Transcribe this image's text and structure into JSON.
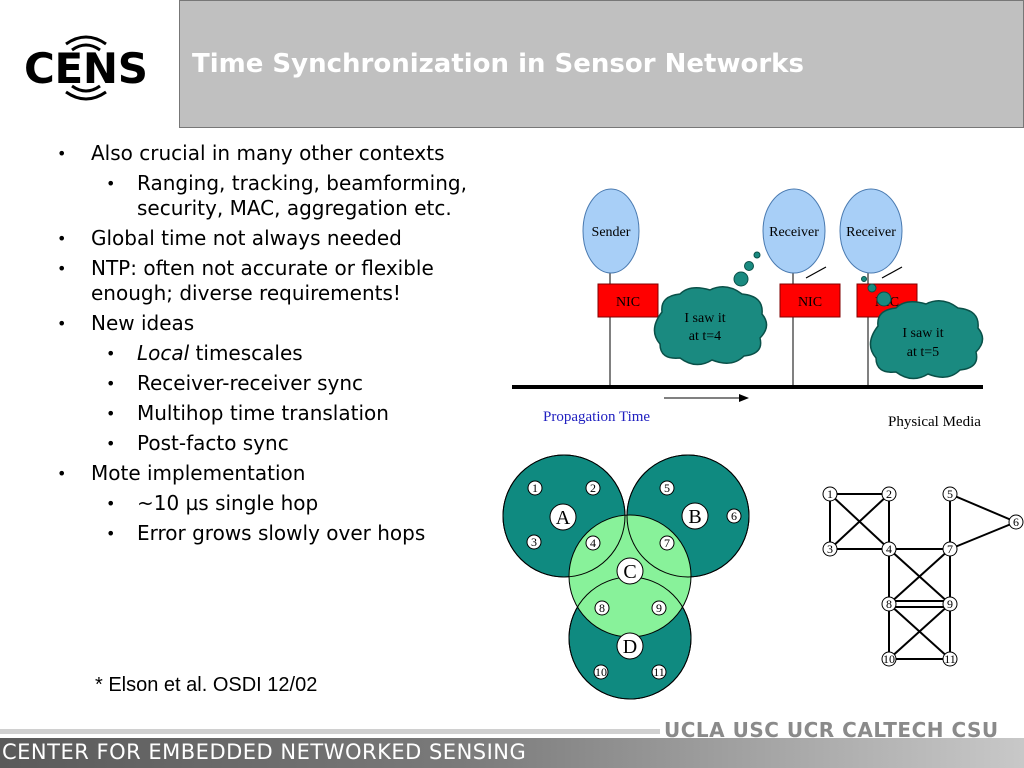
{
  "logo": {
    "text": "CENS"
  },
  "title": "Time Synchronization in Sensor Networks",
  "bullets": [
    "Also crucial in many other contexts",
    "Ranging, tracking, beamforming,",
    "security, MAC, aggregation etc.",
    "Global time not always needed",
    "NTP: often not accurate or flexible",
    "enough; diverse requirements!",
    "New ideas",
    "Local",
    " timescales",
    "Receiver-receiver sync",
    "Multihop time translation",
    "Post-facto sync",
    "Mote implementation",
    "~10 µs single hop",
    "Error grows slowly over hops"
  ],
  "footnote": "* Elson et al. OSDI 12/02",
  "sync_diagram": {
    "sender": "Sender",
    "receiver1": "Receiver",
    "receiver2": "Receiver",
    "nic": "NIC",
    "cloud1_line1": "I saw it",
    "cloud1_line2": "at t=4",
    "cloud2_line1": "I saw it",
    "cloud2_line2": "at t=5",
    "propagation": "Propagation Time",
    "media": "Physical Media"
  },
  "cluster_diagram": {
    "clusters": [
      "A",
      "B",
      "C",
      "D"
    ],
    "nodes": [
      "1",
      "2",
      "3",
      "4",
      "5",
      "6",
      "7",
      "8",
      "9",
      "10",
      "11"
    ]
  },
  "graph_diagram": {
    "nodes": [
      "1",
      "2",
      "3",
      "4",
      "5",
      "6",
      "7",
      "8",
      "9",
      "10",
      "11"
    ]
  },
  "footer": {
    "org": "CENTER FOR EMBEDDED NETWORKED SENSING",
    "universities": "UCLA  USC  UCR  CALTECH  CSU"
  },
  "colors": {
    "title_bg": "#c0c0c0",
    "node_blue": "#a8cff7",
    "nic_red": "#ff0000",
    "cloud_teal": "#1a8a80",
    "cluster_teal": "#0f8a80",
    "cluster_green": "#88f29a",
    "propagation_blue": "#2020c0"
  }
}
